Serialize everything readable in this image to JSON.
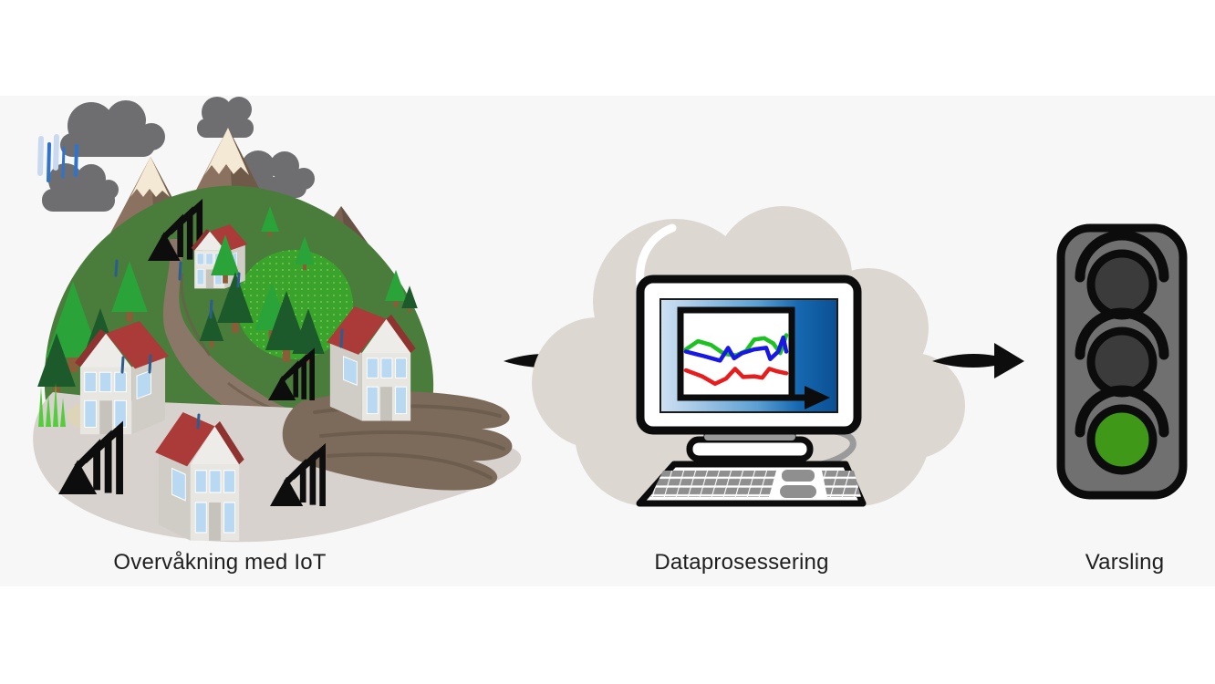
{
  "diagram": {
    "stages": [
      {
        "id": "monitoring",
        "label": "Overvåkning med IoT",
        "scene_elements": [
          "rain-clouds",
          "mountains",
          "forest",
          "village-houses",
          "road",
          "landslide",
          "iot-sensors"
        ]
      },
      {
        "id": "processing",
        "label": "Dataprosessering",
        "scene_elements": [
          "cloud",
          "desktop-computer",
          "line-chart"
        ]
      },
      {
        "id": "alerting",
        "label": "Varsling",
        "lights": [
          {
            "name": "red",
            "state": "off"
          },
          {
            "name": "yellow",
            "state": "off"
          },
          {
            "name": "green",
            "state": "on"
          }
        ]
      }
    ]
  },
  "icons": {
    "sensor": "iot-sensor-icon",
    "cloud": "processing-cloud-icon",
    "computer": "desktop-computer-icon",
    "traffic_light": "traffic-light-icon",
    "arrow": "flow-arrow-icon"
  },
  "colors": {
    "page_bg": "#ffffff",
    "band_bg": "#f7f7f7",
    "label_text": "#1f1f1f",
    "arrow": "#0d0d0d",
    "storm_cloud": "#6e6e71",
    "processing_cloud": "#ddd7d2",
    "screen_gradient_start": "#cfe1f2",
    "screen_gradient_end": "#0b4f93",
    "traffic_body": "#707070",
    "lamp_off": "#3b3b3b",
    "lamp_green": "#3f9818",
    "hill_green": "#4a7c3b",
    "mud_brown": "#7c6b5a",
    "house_roof": "#aa3b38"
  },
  "chart_data": {
    "type": "line",
    "context": "miniature chart on monitor screen",
    "title": "",
    "xlabel": "",
    "ylabel": "",
    "axes_visible": false,
    "legend": "none",
    "series": [
      {
        "name": "green",
        "color": "#1cc221",
        "points": [
          [
            0.0,
            0.44
          ],
          [
            0.12,
            0.33
          ],
          [
            0.25,
            0.38
          ],
          [
            0.38,
            0.5
          ],
          [
            0.5,
            0.52
          ],
          [
            0.6,
            0.46
          ],
          [
            0.68,
            0.31
          ],
          [
            0.78,
            0.29
          ],
          [
            0.87,
            0.36
          ],
          [
            0.94,
            0.49
          ],
          [
            1.0,
            0.25
          ]
        ]
      },
      {
        "name": "blue",
        "color": "#1717e6",
        "points": [
          [
            0.0,
            0.47
          ],
          [
            0.18,
            0.53
          ],
          [
            0.34,
            0.59
          ],
          [
            0.42,
            0.42
          ],
          [
            0.48,
            0.56
          ],
          [
            0.56,
            0.49
          ],
          [
            0.68,
            0.44
          ],
          [
            0.8,
            0.42
          ],
          [
            0.84,
            0.57
          ],
          [
            0.92,
            0.47
          ],
          [
            0.97,
            0.28
          ],
          [
            1.0,
            0.47
          ]
        ]
      },
      {
        "name": "red",
        "color": "#e81c1c",
        "points": [
          [
            0.0,
            0.72
          ],
          [
            0.16,
            0.8
          ],
          [
            0.29,
            0.9
          ],
          [
            0.4,
            0.83
          ],
          [
            0.49,
            0.7
          ],
          [
            0.57,
            0.81
          ],
          [
            0.68,
            0.8
          ],
          [
            0.76,
            0.82
          ],
          [
            0.83,
            0.7
          ],
          [
            0.9,
            0.73
          ],
          [
            1.0,
            0.76
          ]
        ]
      }
    ]
  }
}
